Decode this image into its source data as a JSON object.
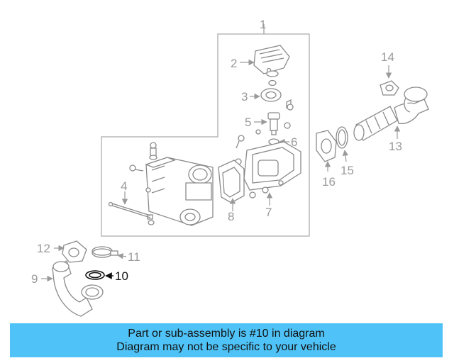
{
  "diagram": {
    "callouts": {
      "c1": "1",
      "c2": "2",
      "c3": "3",
      "c4": "4",
      "c5": "5",
      "c6": "6",
      "c7": "7",
      "c8": "8",
      "c9": "9",
      "c10": "10",
      "c11": "11",
      "c12": "12",
      "c13": "13",
      "c14": "14",
      "c15": "15",
      "c16": "16"
    },
    "highlighted_part": "10",
    "colors": {
      "line": "#9a9a9a",
      "highlight": "#111111",
      "banner": "#4fc3f7"
    }
  },
  "banner": {
    "line1": "Part or sub-assembly is #10 in diagram",
    "line2": "Diagram may not be specific to your vehicle"
  }
}
